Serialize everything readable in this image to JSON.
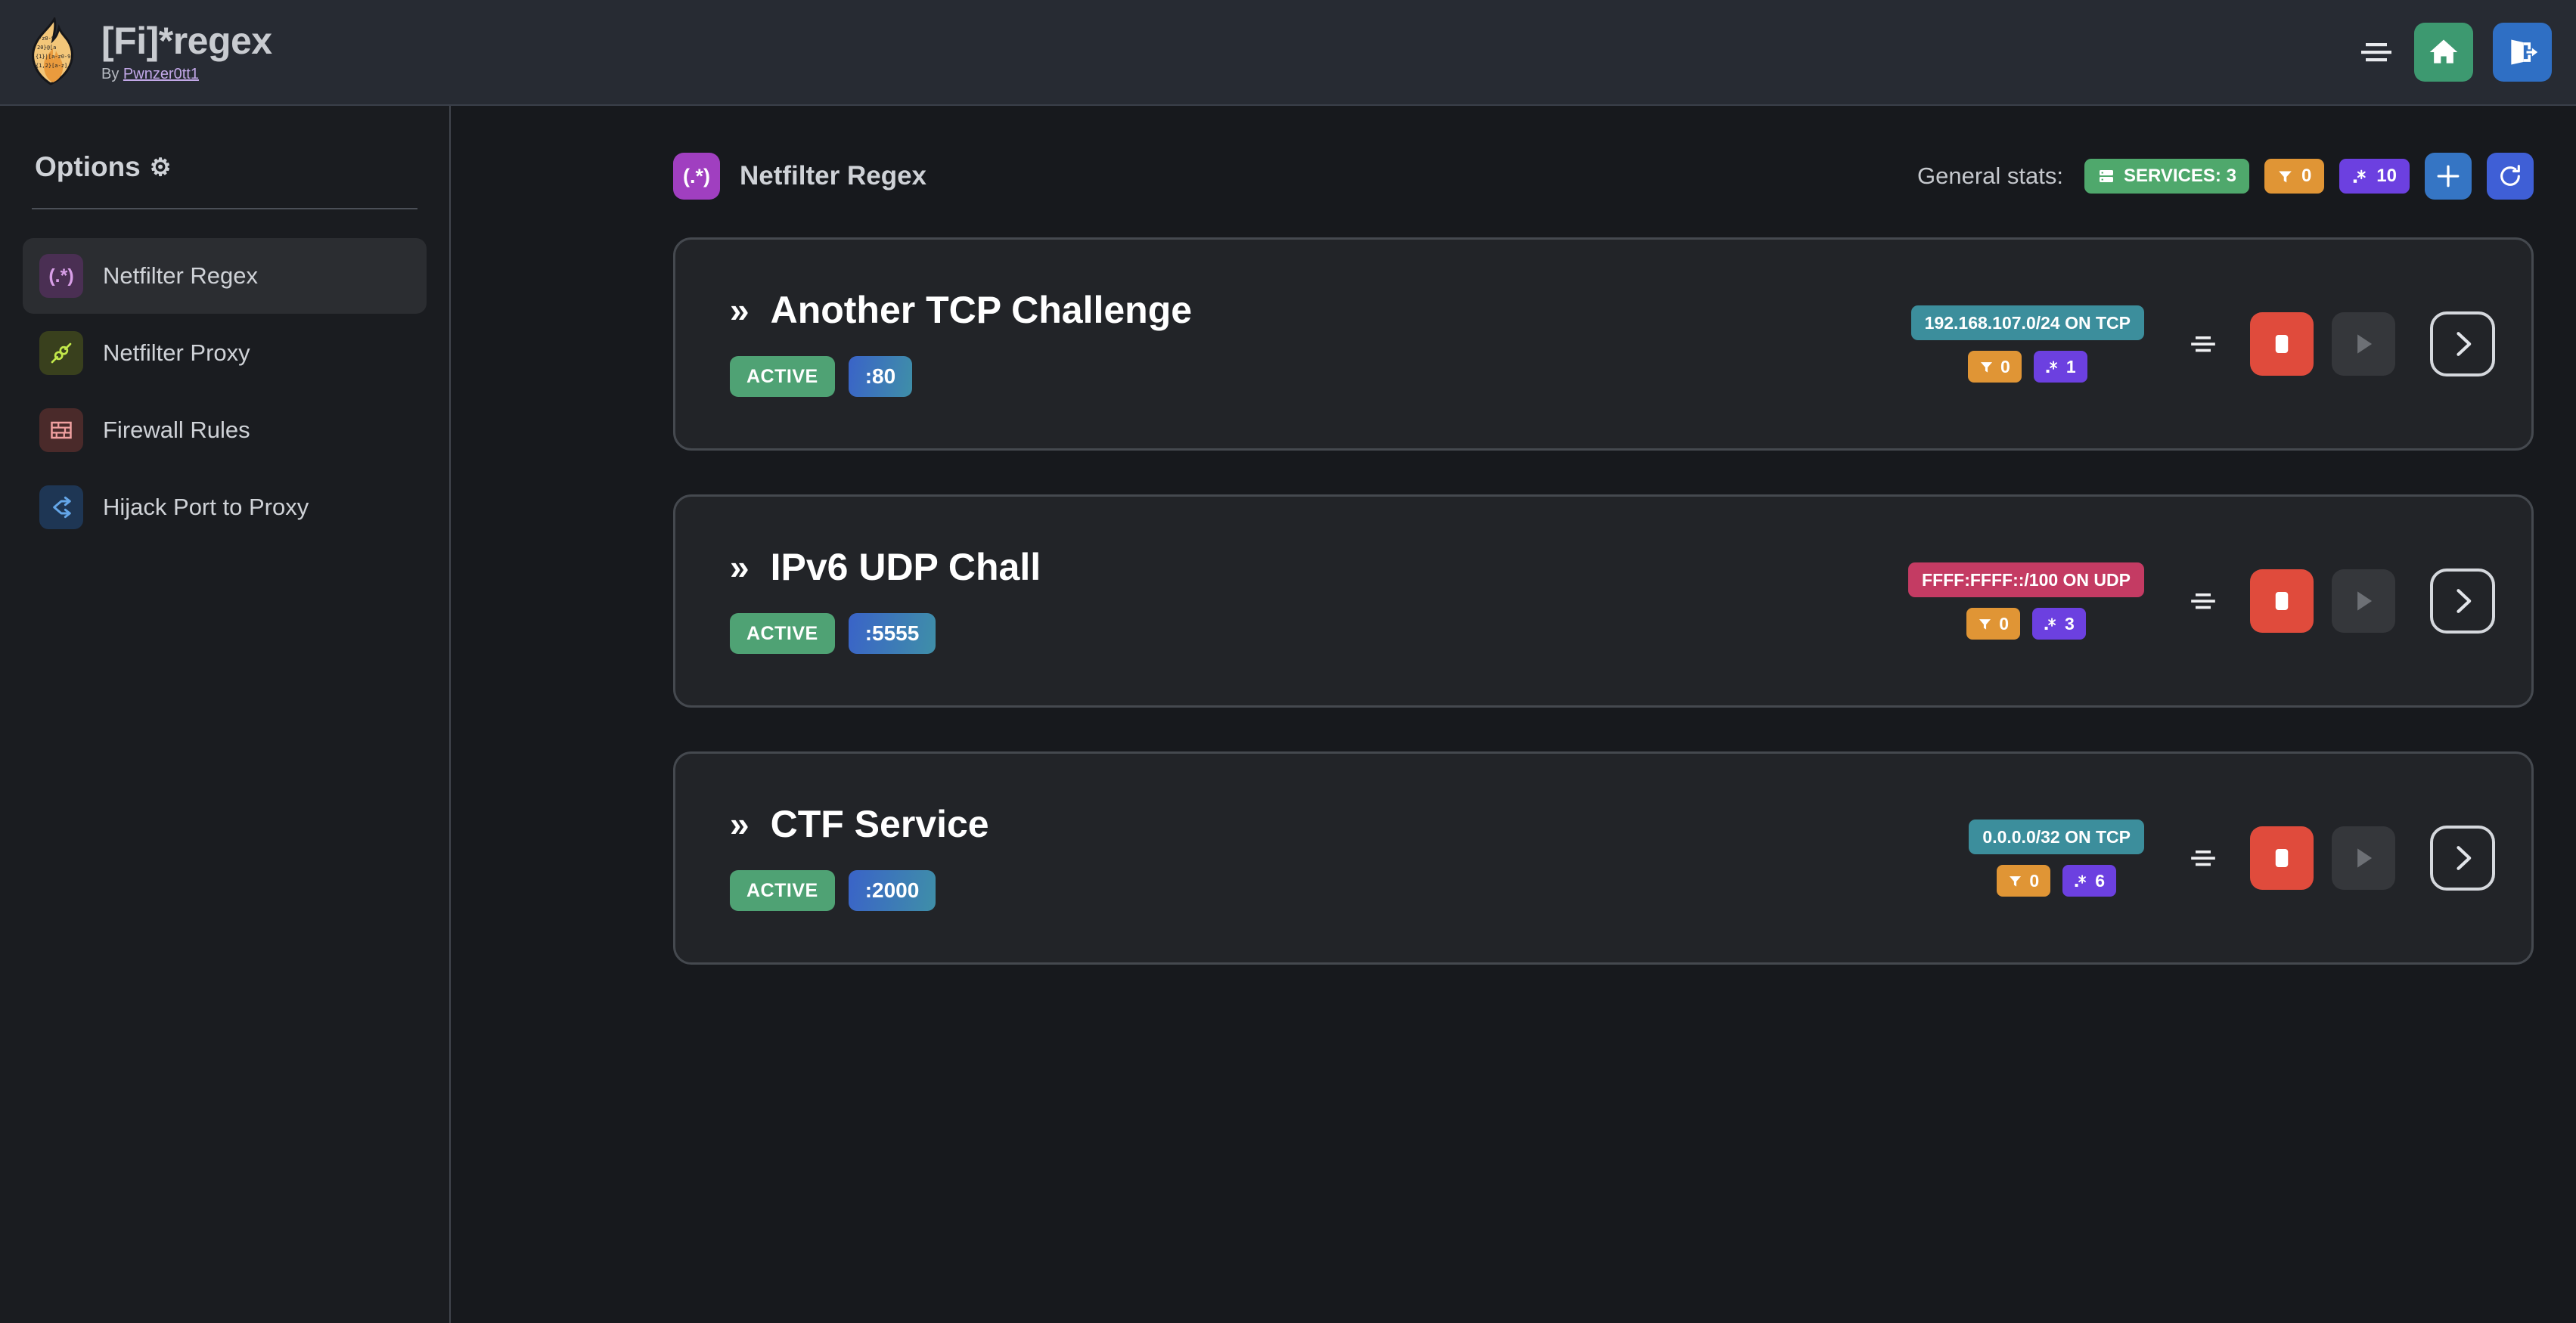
{
  "header": {
    "logo_icon": "flame-regex-logo",
    "title": "[Fi]*regex",
    "by_prefix": "By ",
    "author": "Pwnzer0tt1",
    "menu_icon": "hamburger-menu-icon",
    "home_icon": "home-icon",
    "logout_icon": "logout-icon"
  },
  "sidebar": {
    "heading": "Options",
    "gear_icon": "gear-icon",
    "items": [
      {
        "label": "Netfilter Regex",
        "icon": "regex-icon",
        "glyph": "(.*)",
        "active": true
      },
      {
        "label": "Netfilter Proxy",
        "icon": "proxy-plug-icon",
        "glyph": "⚭",
        "active": false
      },
      {
        "label": "Firewall Rules",
        "icon": "brick-wall-icon",
        "glyph": "☷",
        "active": false
      },
      {
        "label": "Hijack Port to Proxy",
        "icon": "fork-route-icon",
        "glyph": "⎇",
        "active": false
      }
    ]
  },
  "main": {
    "page_icon": "regex-icon",
    "page_icon_glyph": "(.*)",
    "page_title": "Netfilter Regex",
    "stats_label": "General stats:",
    "stats": {
      "services_icon": "server-icon",
      "services_text": "SERVICES: 3",
      "filter_icon": "funnel-icon",
      "filter_count": "0",
      "regex_icon": "regex-dot-star-icon",
      "regex_count": "10"
    },
    "add_button_icon": "plus-icon",
    "refresh_button_icon": "refresh-icon",
    "services": [
      {
        "chevron_icon": "double-chevron-right-icon",
        "name": "Another TCP Challenge",
        "status": "ACTIVE",
        "port": ":80",
        "network": "192.168.107.0/24 ON TCP",
        "protocol": "TCP",
        "filter_icon": "funnel-icon",
        "filter_count": "0",
        "regex_icon": "regex-dot-star-icon",
        "regex_count": "1",
        "align_icon": "align-center-icon",
        "stop_icon": "stop-icon",
        "play_icon": "play-icon",
        "open_icon": "chevron-right-icon"
      },
      {
        "chevron_icon": "double-chevron-right-icon",
        "name": "IPv6 UDP Chall",
        "status": "ACTIVE",
        "port": ":5555",
        "network": "FFFF:FFFF::/100 ON UDP",
        "protocol": "UDP",
        "filter_icon": "funnel-icon",
        "filter_count": "0",
        "regex_icon": "regex-dot-star-icon",
        "regex_count": "3",
        "align_icon": "align-center-icon",
        "stop_icon": "stop-icon",
        "play_icon": "play-icon",
        "open_icon": "chevron-right-icon"
      },
      {
        "chevron_icon": "double-chevron-right-icon",
        "name": "CTF Service",
        "status": "ACTIVE",
        "port": ":2000",
        "network": "0.0.0.0/32 ON TCP",
        "protocol": "TCP",
        "filter_icon": "funnel-icon",
        "filter_count": "0",
        "regex_icon": "regex-dot-star-icon",
        "regex_count": "6",
        "align_icon": "align-center-icon",
        "stop_icon": "stop-icon",
        "play_icon": "play-icon",
        "open_icon": "chevron-right-icon"
      }
    ]
  },
  "colors": {
    "page_bg": "#17191d",
    "topbar_bg": "#272b33",
    "sidebar_bg": "#1a1c20",
    "card_bg": "#222428",
    "accent_purple": "#6c40e0",
    "accent_orange": "#e09535",
    "accent_green": "#4fa86c",
    "accent_teal": "#3c8e9c",
    "accent_pink": "#c43b63",
    "accent_red": "#e04b3c",
    "accent_blue": "#3575c4"
  }
}
